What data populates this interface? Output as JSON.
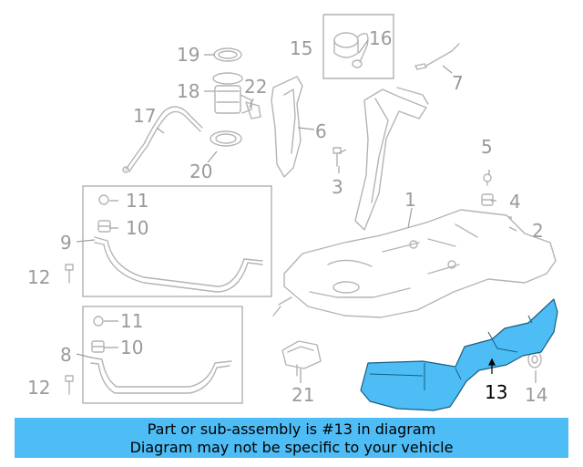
{
  "diagram": {
    "highlight_color": "#4ebcf5",
    "callouts": {
      "c1": "1",
      "c2": "2",
      "c3": "3",
      "c4": "4",
      "c5": "5",
      "c6": "6",
      "c7": "7",
      "c8": "8",
      "c9": "9",
      "c10a": "10",
      "c10b": "10",
      "c11a": "11",
      "c11b": "11",
      "c12a": "12",
      "c12b": "12",
      "c13": "13",
      "c14": "14",
      "c15": "15",
      "c16": "16",
      "c17": "17",
      "c18": "18",
      "c19": "19",
      "c20": "20",
      "c21": "21",
      "c22": "22"
    }
  },
  "caption": {
    "line1": "Part or sub-assembly is #13 in diagram",
    "line2": "Diagram may not be specific to your vehicle"
  }
}
